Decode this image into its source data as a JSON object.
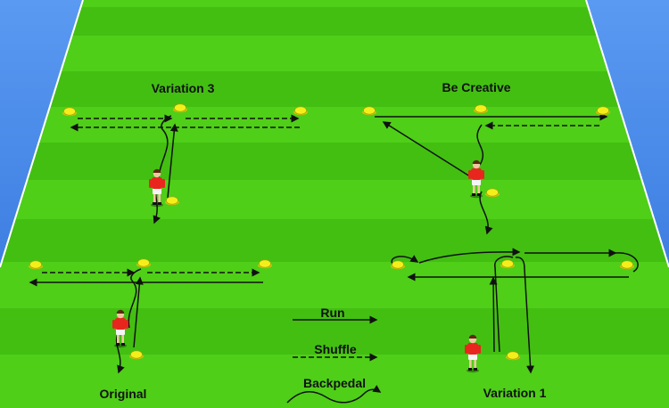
{
  "colors": {
    "sky": "#3f82ea",
    "grass_light": "#4fcf18",
    "grass_dark": "#3fb60f",
    "line": "#111111",
    "cone": "#f4ef1a",
    "shirt": "#e8261e",
    "shorts": "#f5f5f5"
  },
  "drills": {
    "variation_3": "Variation 3",
    "be_creative": "Be Creative",
    "original": "Original",
    "variation_1": "Variation 1"
  },
  "legend": {
    "run": "Run",
    "shuffle": "Shuffle",
    "backpedal": "Backpedal"
  }
}
